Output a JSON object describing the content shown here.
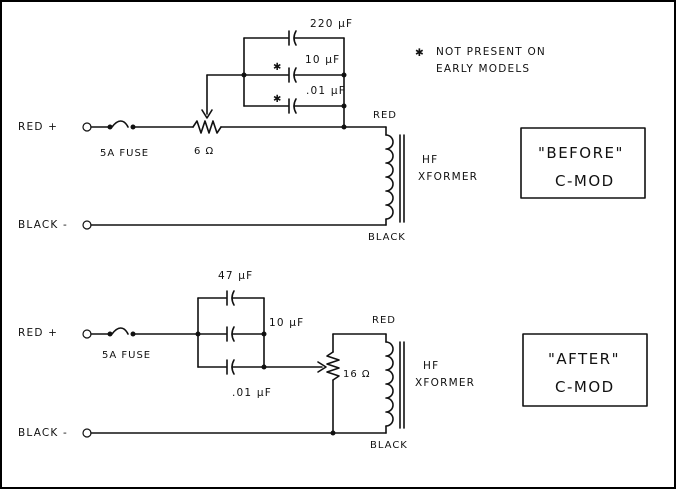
{
  "note": {
    "marker": "✱",
    "line1": "NOT PRESENT ON",
    "line2": "EARLY MODELS"
  },
  "before": {
    "red_in": "RED +",
    "black_in": "BLACK -",
    "fuse": "5A FUSE",
    "resistor": "6 Ω",
    "cap_1": "220 µF",
    "cap_2": "10 µF",
    "cap_3": ".01 µF",
    "star_2": "✱",
    "star_3": "✱",
    "xf_red": "RED",
    "xf_black": "BLACK",
    "xf_line1": "HF",
    "xf_line2": "XFORMER",
    "box_line1": "\"BEFORE\"",
    "box_line2": "C-MOD"
  },
  "after": {
    "red_in": "RED +",
    "black_in": "BLACK -",
    "fuse": "5A FUSE",
    "resistor": "16 Ω",
    "cap_1": "47 µF",
    "cap_2": "10 µF",
    "cap_3": ".01 µF",
    "xf_red": "RED",
    "xf_black": "BLACK",
    "xf_line1": "HF",
    "xf_line2": "XFORMER",
    "box_line1": "\"AFTER\"",
    "box_line2": "C-MOD"
  }
}
